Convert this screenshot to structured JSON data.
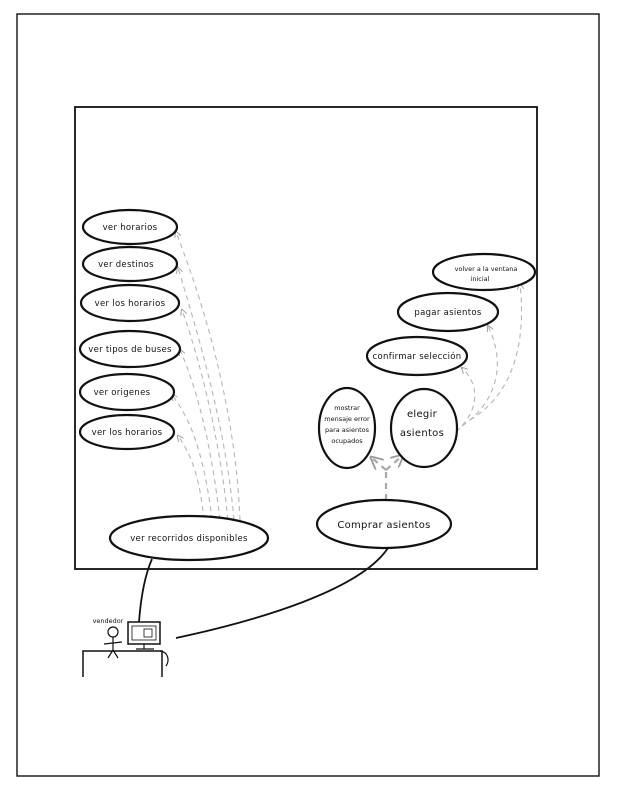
{
  "use_cases": {
    "ver_horarios_1": "ver horarios",
    "ver_destinos": "ver destinos",
    "ver_los_horarios_1": "ver los horarios",
    "ver_tipos_de_buses": "ver tipos de buses",
    "ver_origenes": "ver origenes",
    "ver_los_horarios_2": "ver los horarios",
    "ver_recorridos": "ver recorridos disponibles",
    "comprar_asientos": "Comprar asientos",
    "elegir_asientos_line1": "elegir",
    "elegir_asientos_line2": "asientos",
    "mostrar_error_line1": "mostrar",
    "mostrar_error_line2": "mensaje error",
    "mostrar_error_line3": "para asientos",
    "mostrar_error_line4": "ocupados",
    "confirmar_seleccion": "confirmar selección",
    "pagar_asientos": "pagar asientos",
    "volver_line1": "volver a la ventana",
    "volver_line2": "inicial"
  },
  "actor": {
    "label": "vendedor"
  }
}
